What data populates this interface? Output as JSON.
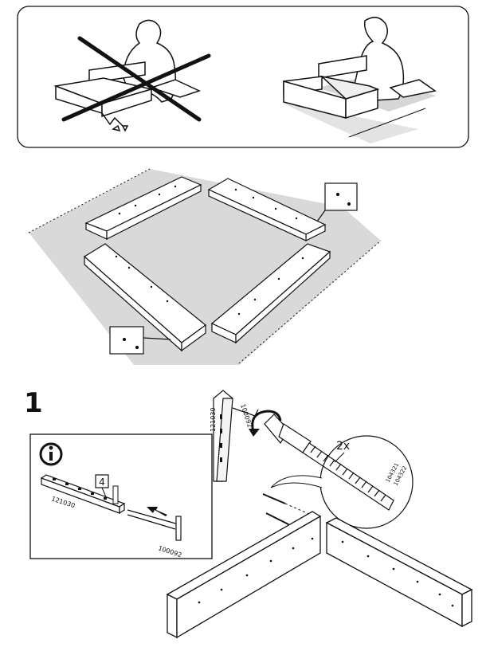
{
  "step": {
    "number": "1"
  },
  "info_panel": {
    "icon": "info-icon",
    "callout_number": "4",
    "part_bar": "121030",
    "part_key": "100092"
  },
  "assembly": {
    "part_bar": "121030",
    "part_key": "100092",
    "quantity": "2x",
    "part_screw_a": "104321",
    "part_screw_b": "104322"
  },
  "icons": [
    "cross-out-icon",
    "arrow-left-icon",
    "rotate-arrow-icon",
    "magnifier-callout-icon"
  ]
}
